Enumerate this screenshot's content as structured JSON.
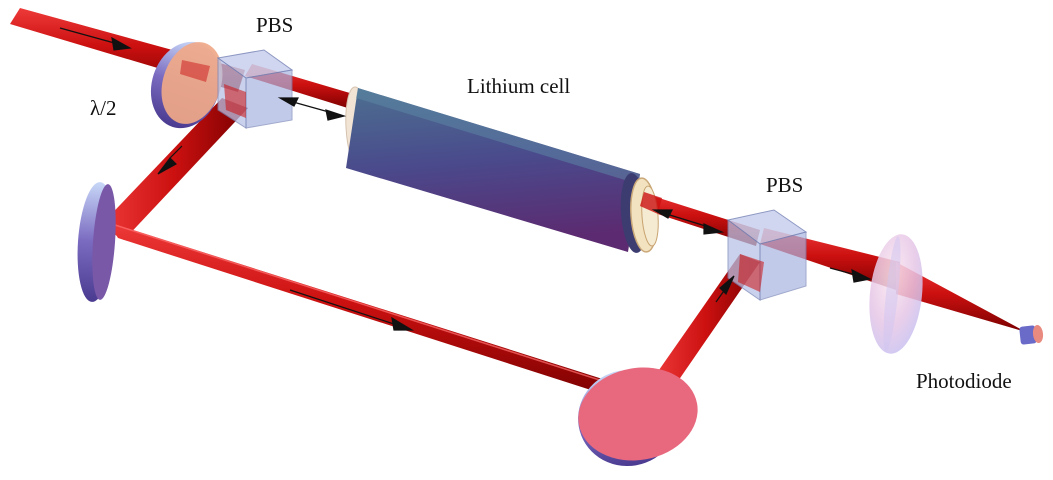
{
  "labels": {
    "half_wave_plate": "λ/2",
    "pbs_input": "PBS",
    "lithium_cell": "Lithium cell",
    "pbs_output": "PBS",
    "photodiode": "Photodiode"
  },
  "colors": {
    "beam": "#cc1010",
    "beam_dark": "#7a0000",
    "beam_light": "#ee3030",
    "cell_body": "#4a4a8c",
    "cube": "#b8c4e8",
    "mirror_face": "#e8687e",
    "mirror_rim": "#6a5aa8",
    "lens": "#e6cce6",
    "wave_plate": "#f0a888",
    "arrow": "#111111"
  }
}
